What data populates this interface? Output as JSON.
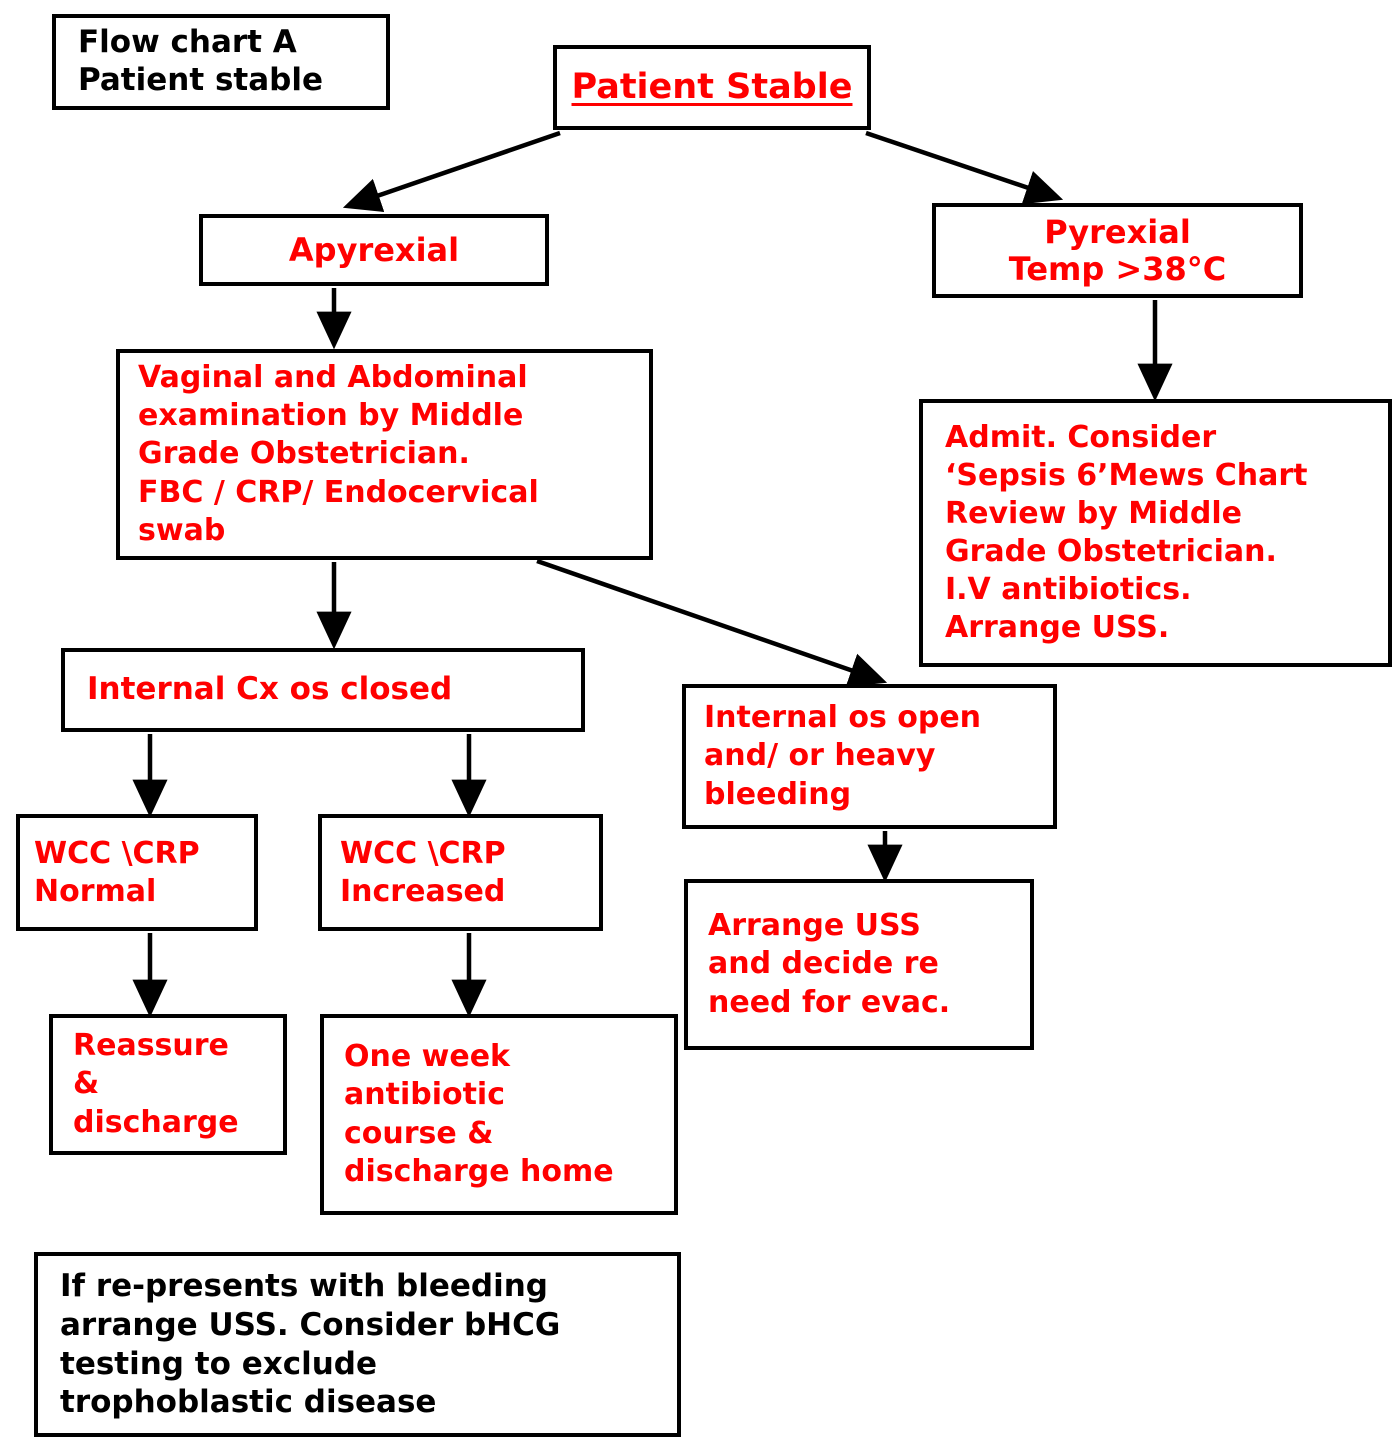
{
  "chart": {
    "domain": "flowchart",
    "orientation": "top-down",
    "background_color": "#FFFFFF",
    "border_color": "#000000",
    "accent_color": "#FF0000",
    "text_color_secondary": "#000000"
  },
  "nodes": {
    "title": {
      "label": "Flow chart A\nPatient stable",
      "color": "#000000"
    },
    "patient_stable": {
      "label": "Patient Stable",
      "color": "#FF0000",
      "underline": true
    },
    "apyrexial": {
      "label": "Apyrexial",
      "color": "#FF0000"
    },
    "pyrexial": {
      "label": "Pyrexial\nTemp >38°C",
      "color": "#FF0000"
    },
    "exam": {
      "label": "Vaginal and Abdominal\nexamination  by  Middle\nGrade Obstetrician.\nFBC / CRP/ Endocervical\nswab",
      "color": "#FF0000"
    },
    "sepsis": {
      "label": "Admit. Consider\n‘Sepsis 6’Mews Chart\nReview by Middle\nGrade Obstetrician.\nI.V antibiotics.\nArrange USS.",
      "color": "#FF0000"
    },
    "os_closed": {
      "label": "Internal Cx os closed",
      "color": "#FF0000"
    },
    "os_open": {
      "label": "Internal os open\nand/ or  heavy\nbleeding",
      "color": "#FF0000"
    },
    "wcc_normal": {
      "label": "WCC \\CRP\nNormal",
      "color": "#FF0000"
    },
    "wcc_increased": {
      "label": "WCC \\CRP\nIncreased",
      "color": "#FF0000"
    },
    "arrange_uss": {
      "label": "Arrange USS\nand decide re\nneed for evac.",
      "color": "#FF0000"
    },
    "reassure": {
      "label": "Reassure\n&\ndischarge",
      "color": "#FF0000"
    },
    "one_week": {
      "label": "One week\nantibiotic\ncourse &\ndischarge home",
      "color": "#FF0000"
    },
    "represents": {
      "label": "If re-presents with bleeding\narrange USS. Consider bHCG\ntesting to exclude\ntrophoblastic disease",
      "color": "#000000"
    }
  },
  "edges": [
    {
      "from": "patient_stable",
      "to": "apyrexial",
      "style": "diagonal-arrow"
    },
    {
      "from": "patient_stable",
      "to": "pyrexial",
      "style": "diagonal-arrow"
    },
    {
      "from": "apyrexial",
      "to": "exam",
      "style": "vertical-arrow"
    },
    {
      "from": "pyrexial",
      "to": "sepsis",
      "style": "vertical-arrow"
    },
    {
      "from": "exam",
      "to": "os_closed",
      "style": "vertical-arrow"
    },
    {
      "from": "exam",
      "to": "os_open",
      "style": "diagonal-arrow"
    },
    {
      "from": "os_closed",
      "to": "wcc_normal",
      "style": "vertical-arrow"
    },
    {
      "from": "os_closed",
      "to": "wcc_increased",
      "style": "vertical-arrow"
    },
    {
      "from": "wcc_normal",
      "to": "reassure",
      "style": "vertical-arrow"
    },
    {
      "from": "wcc_increased",
      "to": "one_week",
      "style": "vertical-arrow"
    },
    {
      "from": "os_open",
      "to": "arrange_uss",
      "style": "vertical-arrow"
    }
  ]
}
